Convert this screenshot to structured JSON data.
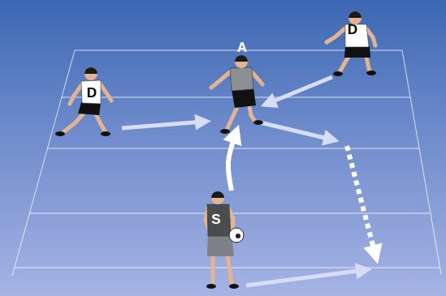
{
  "diagram": {
    "nodes": [
      {
        "text": [
          "D"
        ]
      },
      {
        "text": [
          "A"
        ]
      },
      {
        "text": [
          "D"
        ]
      },
      {
        "text": [
          "S"
        ]
      }
    ],
    "edges": [
      {
        "from": 0,
        "to": 1,
        "arrow": "to"
      },
      {
        "from": 2,
        "to": 1,
        "arrow": "to"
      },
      {
        "from": 3,
        "to": 1,
        "arrow": "to"
      }
    ]
  }
}
